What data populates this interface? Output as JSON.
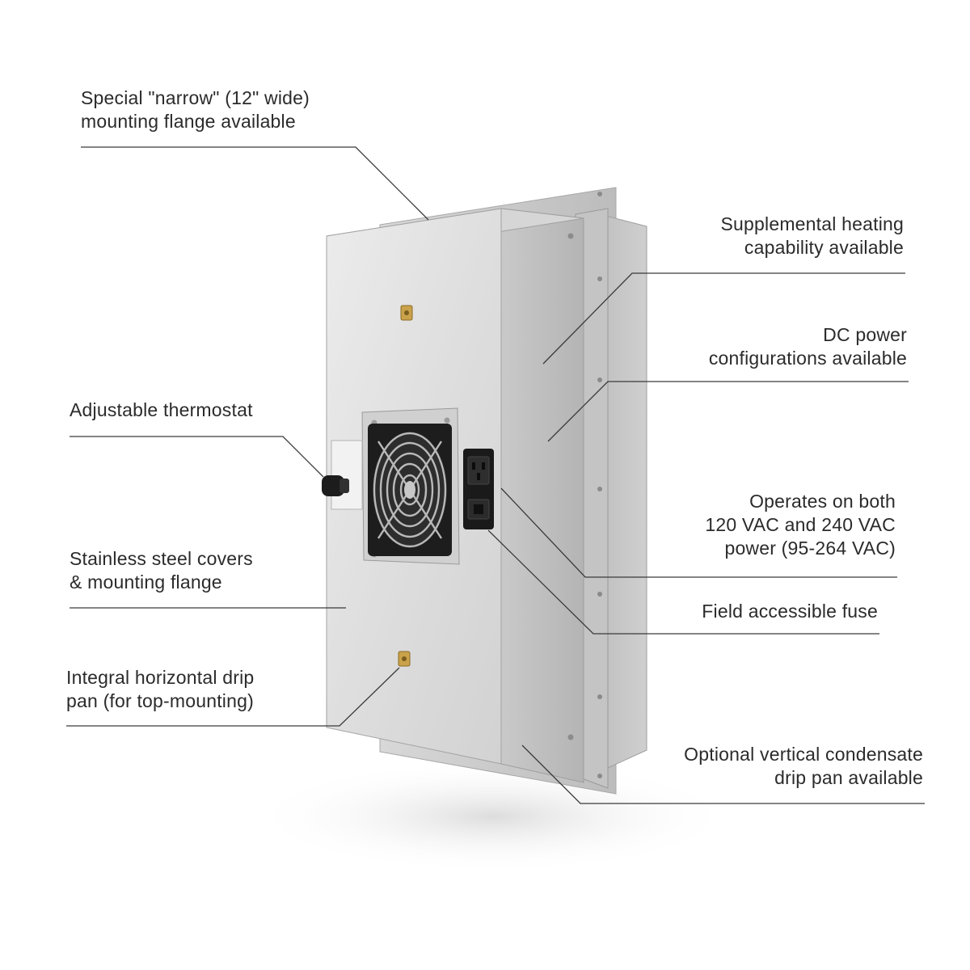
{
  "colors": {
    "background": "#ffffff",
    "text": "#2b2b2b",
    "leader_line": "#3a3a3a",
    "steel_light": "#e6e6e6",
    "steel_mid": "#cfcfcf",
    "steel_dark": "#a9a9a9",
    "brass": "#c9a24a"
  },
  "callouts": {
    "narrow_flange": {
      "lines": [
        "Special \"narrow\" (12\" wide)",
        "mounting flange available"
      ]
    },
    "thermostat": {
      "lines": [
        "Adjustable thermostat"
      ]
    },
    "stainless": {
      "lines": [
        "Stainless steel covers",
        "& mounting flange"
      ]
    },
    "drip_pan_horizontal": {
      "lines": [
        "Integral horizontal drip",
        "pan (for top-mounting)"
      ]
    },
    "heating": {
      "lines": [
        "Supplemental heating",
        "capability available"
      ]
    },
    "dc_power": {
      "lines": [
        "DC power",
        "configurations available"
      ]
    },
    "voltage": {
      "lines": [
        "Operates on both",
        "120 VAC and 240 VAC",
        "power (95-264 VAC)"
      ]
    },
    "fuse": {
      "lines": [
        "Field accessible fuse"
      ]
    },
    "drip_pan_vertical": {
      "lines": [
        "Optional vertical condensate",
        "drip pan available"
      ]
    }
  },
  "icons": {
    "fan": "fan-grille-icon",
    "thermostat_knob": "thermostat-knob-icon",
    "power_inlet": "power-inlet-fuse-icon",
    "fitting": "brass-fitting-icon"
  }
}
